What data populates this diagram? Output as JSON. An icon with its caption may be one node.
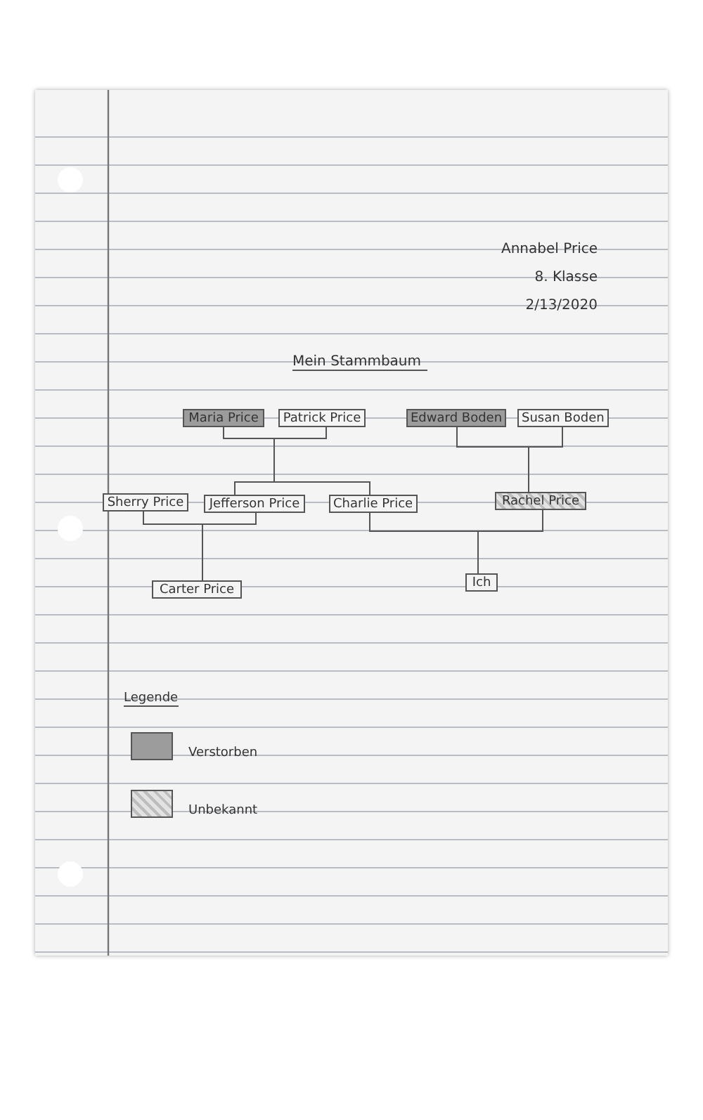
{
  "diagram": {
    "title": "Mein Stammbaum",
    "nodes": [
      {
        "text": [
          "Maria Price"
        ]
      },
      {
        "text": [
          "Patrick Price"
        ]
      },
      {
        "text": [
          "Edward Boden"
        ]
      },
      {
        "text": [
          "Susan Boden"
        ]
      },
      {
        "text": [
          "Sherry Price"
        ]
      },
      {
        "text": [
          "Jefferson Price"
        ]
      },
      {
        "text": [
          "Charlie Price"
        ]
      },
      {
        "text": [
          "Rachel Price"
        ]
      },
      {
        "text": [
          "Carter Price"
        ]
      },
      {
        "text": [
          "Ich"
        ]
      }
    ],
    "edges": [
      {
        "from": 0,
        "to": 5,
        "arrow": "none"
      },
      {
        "from": 1,
        "to": 5,
        "arrow": "none"
      },
      {
        "from": 0,
        "to": 6,
        "arrow": "none"
      },
      {
        "from": 1,
        "to": 6,
        "arrow": "none"
      },
      {
        "from": 2,
        "to": 7,
        "arrow": "none"
      },
      {
        "from": 3,
        "to": 7,
        "arrow": "none"
      },
      {
        "from": 4,
        "to": 8,
        "arrow": "none"
      },
      {
        "from": 5,
        "to": 8,
        "arrow": "none"
      },
      {
        "from": 6,
        "to": 9,
        "arrow": "none"
      },
      {
        "from": 7,
        "to": 9,
        "arrow": "none"
      }
    ],
    "labels": [
      "Annabel Price",
      "8. Klasse",
      "2/13/2020",
      "Legende"
    ],
    "legend": [
      {
        "text": "Verstorben",
        "color": "#9c9c9c"
      },
      {
        "text": "Unbekannt"
      }
    ]
  }
}
